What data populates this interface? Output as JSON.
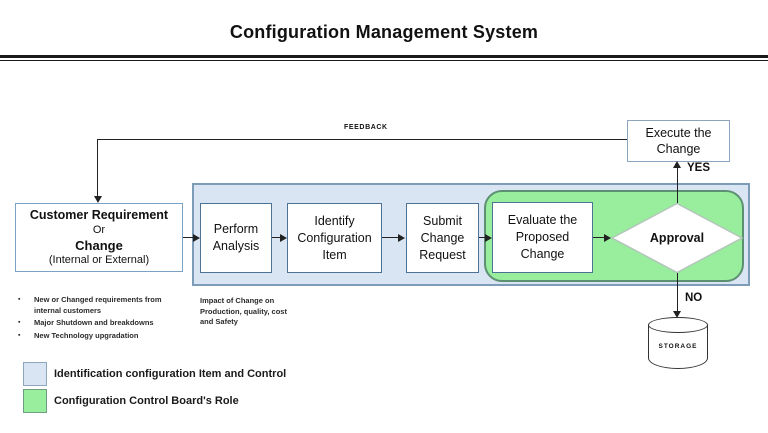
{
  "title": "Configuration Management System",
  "nodes": {
    "customer": {
      "l1": "Customer Requirement",
      "l2": "Or",
      "l3": "Change",
      "l4": "(Internal or External)"
    },
    "perform": {
      "l1": "Perform",
      "l2": "Analysis"
    },
    "identify": {
      "l1": "Identify",
      "l2": "Configuration",
      "l3": "Item"
    },
    "submit": {
      "l1": "Submit",
      "l2": "Change",
      "l3": "Request"
    },
    "evaluate": {
      "l1": "Evaluate the",
      "l2": "Proposed",
      "l3": "Change"
    },
    "approval": {
      "label": "Approval"
    },
    "execute": {
      "l1": "Execute the",
      "l2": "Change"
    },
    "storage": {
      "label": "STORAGE"
    }
  },
  "labels": {
    "feedback": "FEEDBACK",
    "yes": "YES",
    "no": "NO"
  },
  "notes": {
    "bullets": [
      "New or Changed requirements from internal customers",
      "Major Shutdown and breakdowns",
      "New Technology upgradation"
    ],
    "impact": {
      "l1": "Impact of Change on",
      "l2": "Production, quality, cost",
      "l3": "and Safety"
    }
  },
  "legend": [
    {
      "swatch_color": "#d9e5f2",
      "label": "Identification configuration Item and Control"
    },
    {
      "swatch_color": "#98ee9c",
      "label": "Configuration Control Board's Role"
    }
  ],
  "colors": {
    "identification_fill": "#d9e5f2",
    "identification_border": "#7c9cb8",
    "ccb_fill": "#98ee9c",
    "ccb_border": "#5d9073",
    "box_border": "#4e7296",
    "line": "#222222"
  }
}
